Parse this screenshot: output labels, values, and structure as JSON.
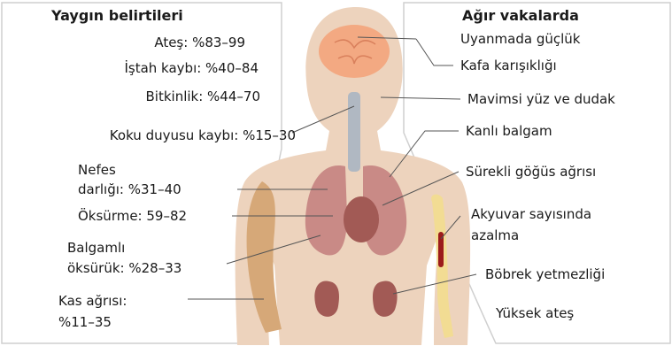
{
  "common": {
    "heading": "Yaygın belirtileri",
    "symptoms": [
      {
        "text": "Ateş: %83–99"
      },
      {
        "text": "İştah kaybı: %40–84"
      },
      {
        "text": "Bitkinlik: %44–70"
      },
      {
        "text": "Koku duyusu kaybı: %15–30"
      },
      {
        "line1": "Nefes",
        "line2": "darlığı: %31–40"
      },
      {
        "text": "Öksürme: 59–82"
      },
      {
        "line1": "Balgamlı",
        "line2": "öksürük: %28–33"
      },
      {
        "line1": "Kas ağrısı:",
        "line2": "%11–35"
      }
    ]
  },
  "severe": {
    "heading": "Ağır vakalarda",
    "symptoms": [
      "Uyanmada güçlük",
      "Kafa karışıklığı",
      "Mavimsi yüz ve dudak",
      "Kanlı balgam",
      "Sürekli göğüs ağrısı",
      "Akyuvar sayısında",
      "azalma",
      "Böbrek yetmezliği",
      "Yüksek ateş"
    ]
  },
  "colors": {
    "skin": "#edd3bd",
    "brain": "#f3a982",
    "lung": "#c98a86",
    "kidney": "#a25a55",
    "trachea": "#b0b8c2",
    "muscle": "#d6a878",
    "bone": "#f2dc93",
    "marrow": "#9c1b1b"
  }
}
